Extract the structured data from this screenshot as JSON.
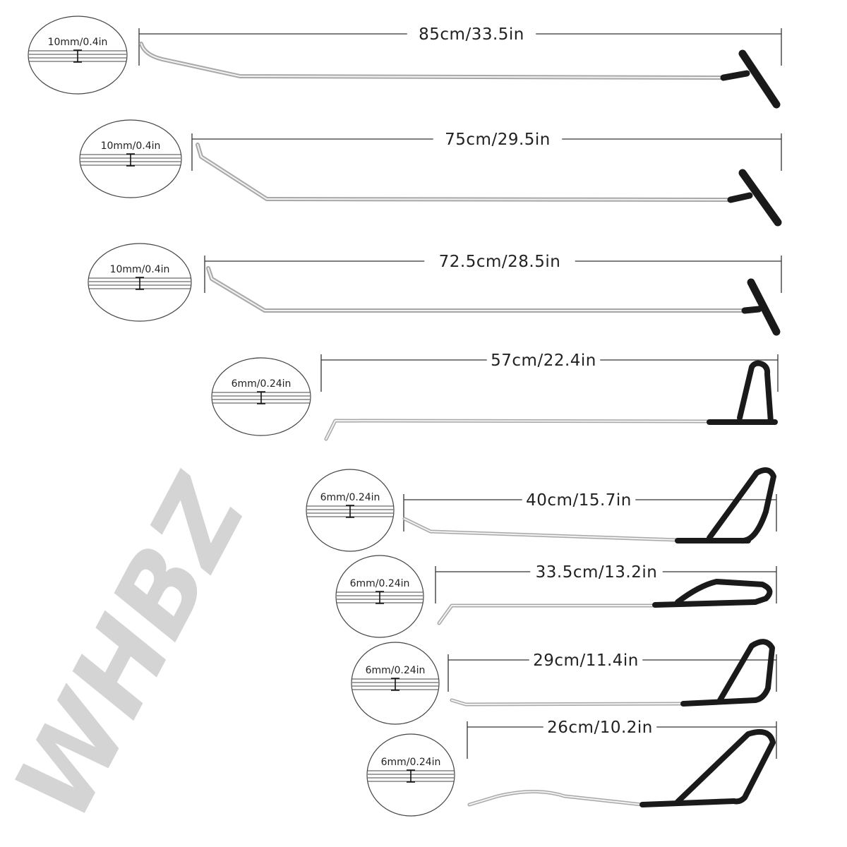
{
  "watermark": "WHBZ",
  "colors": {
    "rod": "#c4c4c4",
    "rod_highlight": "#f2f2f2",
    "handle": "#1a1a1a",
    "line": "#333333",
    "watermark": "#d4d4d4"
  },
  "tools": [
    {
      "length": "85cm/33.5in",
      "diameter": "10mm/0.4in",
      "handle": "t-handle"
    },
    {
      "length": "75cm/29.5in",
      "diameter": "10mm/0.4in",
      "handle": "t-handle"
    },
    {
      "length": "72.5cm/28.5in",
      "diameter": "10mm/0.4in",
      "handle": "t-handle"
    },
    {
      "length": "57cm/22.4in",
      "diameter": "6mm/0.24in",
      "handle": "loop-handle"
    },
    {
      "length": "40cm/15.7in",
      "diameter": "6mm/0.24in",
      "handle": "loop-handle"
    },
    {
      "length": "33.5cm/13.2in",
      "diameter": "6mm/0.24in",
      "handle": "loop-handle"
    },
    {
      "length": "29cm/11.4in",
      "diameter": "6mm/0.24in",
      "handle": "loop-handle"
    },
    {
      "length": "26cm/10.2in",
      "diameter": "6mm/0.24in",
      "handle": "loop-handle"
    }
  ]
}
